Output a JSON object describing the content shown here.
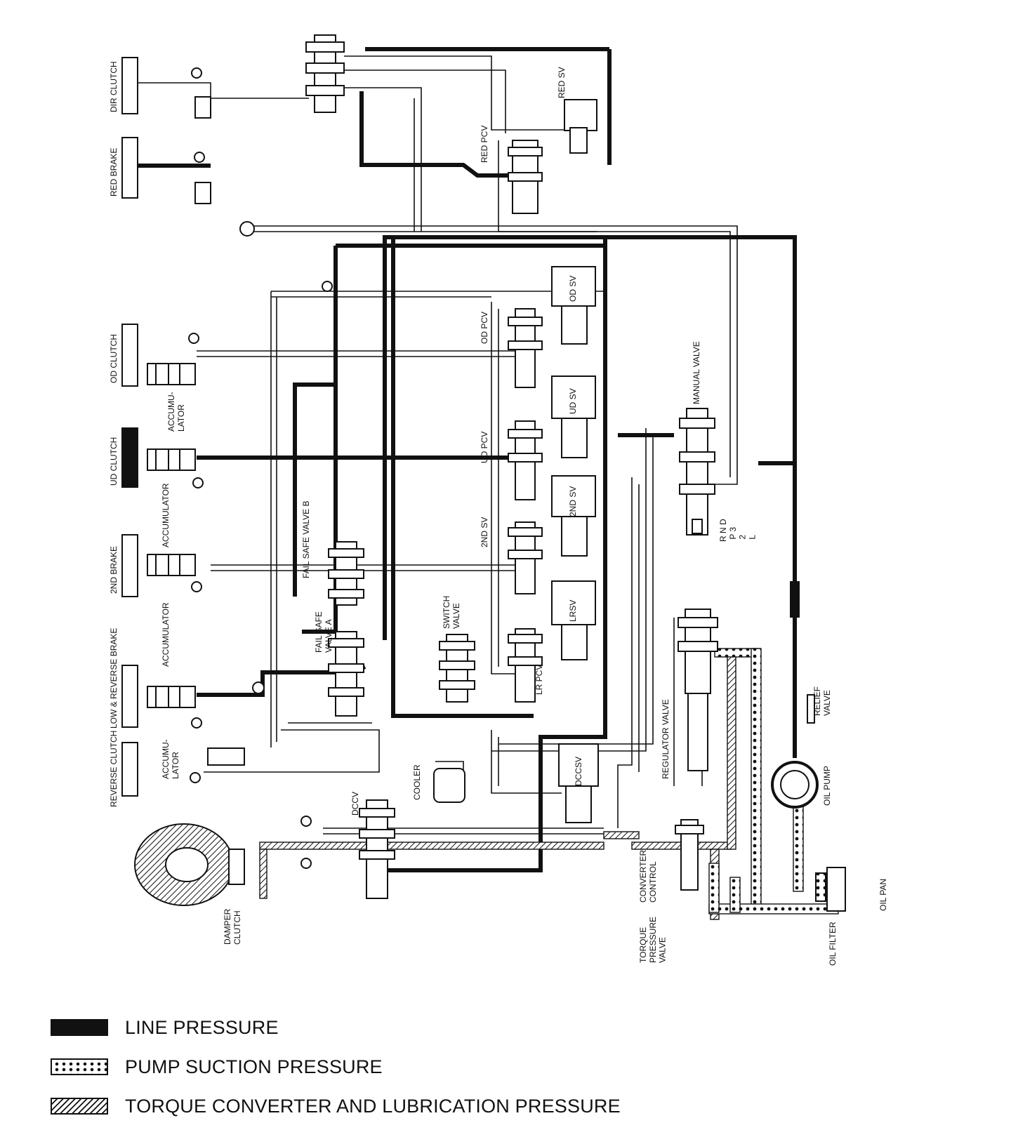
{
  "components": {
    "dir_clutch": "DIR CLUTCH",
    "red_brake": "RED BRAKE",
    "od_clutch": "OD CLUTCH",
    "ud_clutch": "UD CLUTCH",
    "second_brake": "2ND BRAKE",
    "low_reverse_brake": "LOW & REVERSE BRAKE",
    "reverse_clutch": "REVERSE CLUTCH",
    "accumulator_1": "ACCUMU-\nLATOR",
    "accumulator_2": "ACCUMULATOR",
    "accumulator_3": "ACCUMULATOR",
    "accumulator_4": "ACCUMU-\nLATOR",
    "red_sv": "RED SV",
    "red_pcv": "RED PCV",
    "od_sv": "OD SV",
    "od_pcv": "OD PCV",
    "ud_sv": "UD SV",
    "ud_pcv": "UD PCV",
    "second_sv_a": "2ND SV",
    "second_sv_b": "2ND SV",
    "lrsv": "LRSV",
    "lr_pcv": "LR PCV",
    "fail_safe_b": "FAIL SAFE VALVE B",
    "fail_safe_a": "FAIL SAFE\nVALVE A",
    "switch_valve": "SWITCH\nVALVE",
    "manual_valve": "MANUAL VALVE",
    "positions": "R  N  D\n P  3\n   2\n    L",
    "regulator_valve": "REGULATOR VALVE",
    "relief_valve": "RELIEF\nVALVE",
    "oil_pump": "OIL PUMP",
    "oil_filter": "OIL FILTER",
    "oil_pan": "OIL PAN",
    "dccsv": "DCCSV",
    "dccv": "DCCV",
    "cooler": "COOLER",
    "damper_clutch": "DAMPER\nCLUTCH",
    "converter_control": "CONVERTER\nCONTROL",
    "torque_pressure_valve": "TORQUE\nPRESSURE\nVALVE"
  },
  "legend": {
    "line_pressure": "LINE PRESSURE",
    "pump_suction": "PUMP SUCTION PRESSURE",
    "torque_lube": "TORQUE CONVERTER AND LUBRICATION PRESSURE"
  }
}
